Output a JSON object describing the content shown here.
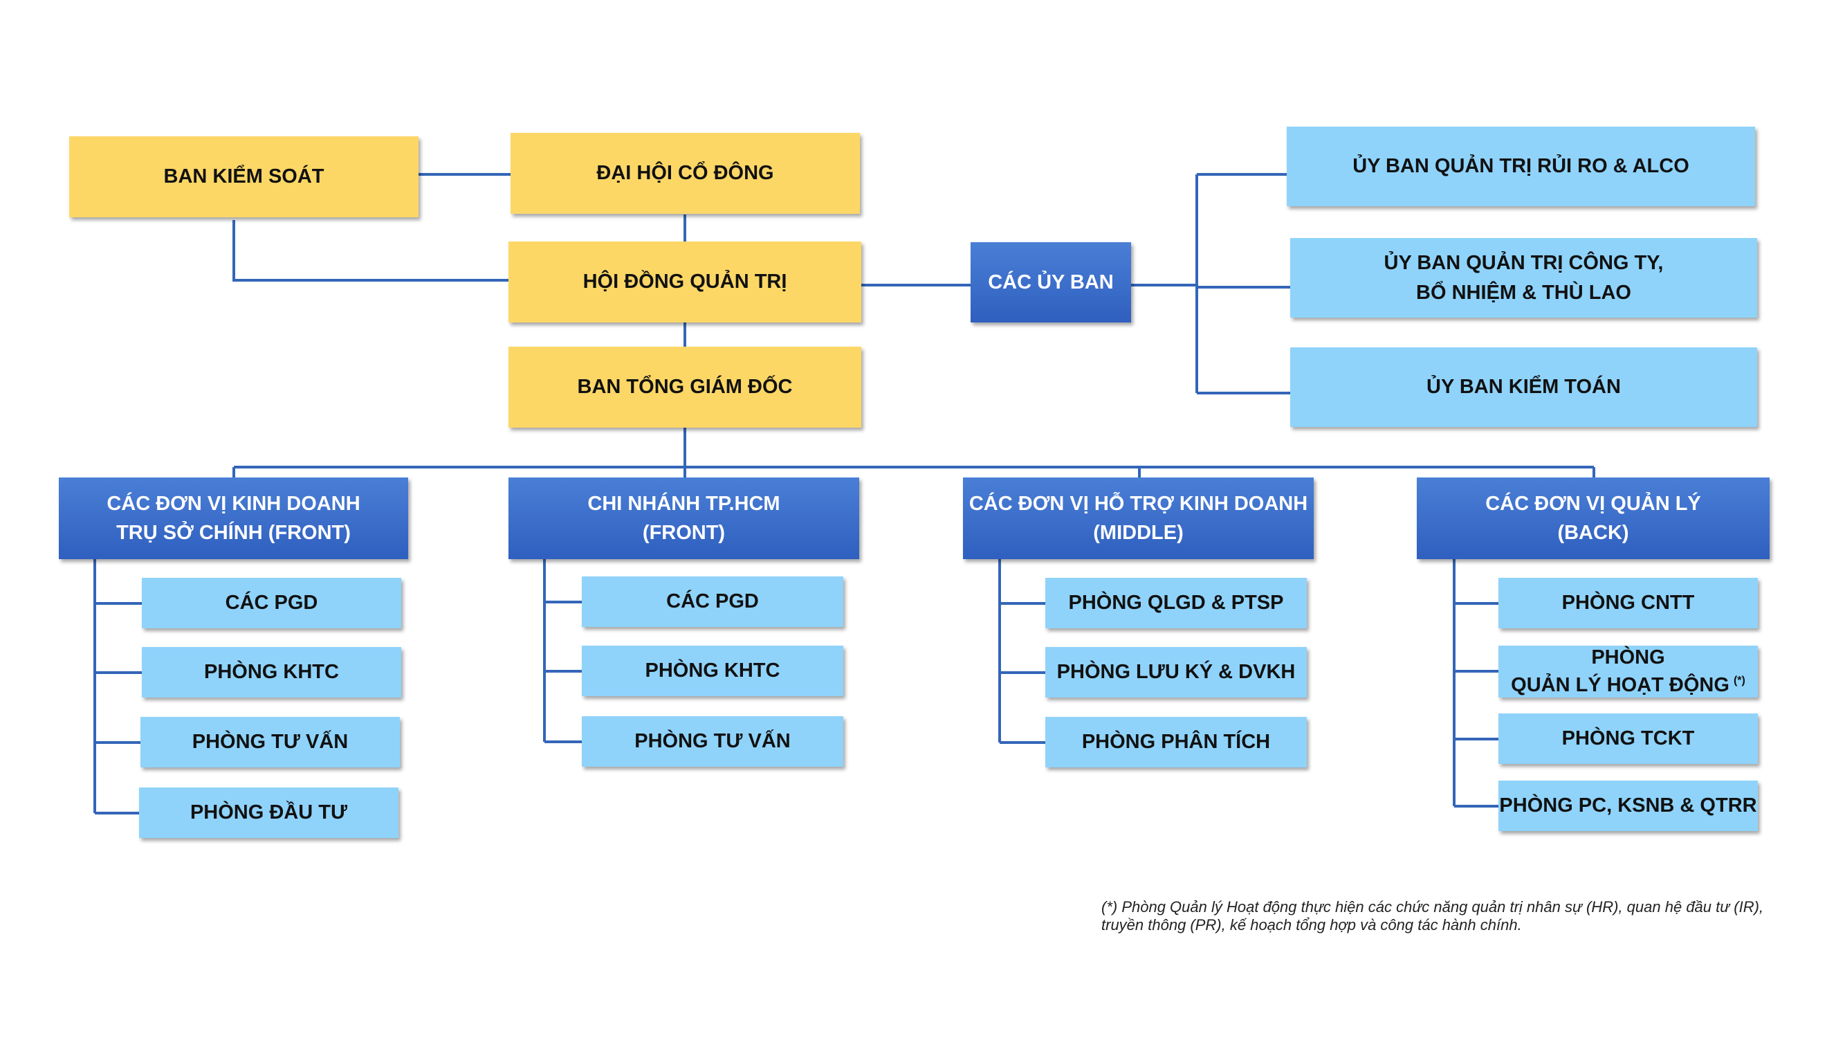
{
  "colors": {
    "line": "#3466b8",
    "yellow": "#fdd766",
    "dark_blue": "#2f5fbf",
    "light_blue": "#8fd3fb"
  },
  "top": {
    "ban_kiem_soat": "BAN KIỂM SOÁT",
    "dai_hoi_co_dong": "ĐẠI HỘI CỔ ĐÔNG",
    "hoi_dong_quan_tri": "HỘI ĐỒNG QUẢN TRỊ",
    "ban_tong_giam_doc": "BAN TỔNG GIÁM ĐỐC",
    "cac_uy_ban": "CÁC ỦY BAN"
  },
  "committees": [
    {
      "lines": [
        "ỦY BAN QUẢN TRỊ RỦI RO & ALCO"
      ]
    },
    {
      "lines": [
        "ỦY BAN QUẢN TRỊ CÔNG TY,",
        "BỔ NHIỆM & THÙ LAO"
      ]
    },
    {
      "lines": [
        "ỦY BAN KIỂM TOÁN"
      ]
    }
  ],
  "divisions": [
    {
      "title": [
        "CÁC ĐƠN VỊ KINH DOANH",
        "TRỤ SỞ CHÍNH (FRONT)"
      ],
      "units": [
        "CÁC PGD",
        "PHÒNG KHTC",
        "PHÒNG TƯ VẤN",
        "PHÒNG ĐẦU TƯ"
      ]
    },
    {
      "title": [
        "CHI NHÁNH TP.HCM",
        "(FRONT)"
      ],
      "units": [
        "CÁC PGD",
        "PHÒNG KHTC",
        "PHÒNG TƯ VẤN"
      ]
    },
    {
      "title": [
        "CÁC ĐƠN VỊ HỖ TRỢ KINH DOANH",
        "(MIDDLE)"
      ],
      "units": [
        "PHÒNG QLGD & PTSP",
        "PHÒNG LƯU KÝ & DVKH",
        "PHÒNG PHÂN TÍCH"
      ]
    },
    {
      "title": [
        "CÁC ĐƠN VỊ QUẢN LÝ",
        "(BACK)"
      ],
      "units": [
        "PHÒNG CNTT",
        "PHÒNG",
        "PHÒNG TCKT",
        "PHÒNG PC, KSNB & QTRR"
      ],
      "unit2_line2": "QUẢN LÝ HOẠT ĐỘNG",
      "unit2_mark": "(*)"
    }
  ],
  "footnote": {
    "line1": "(*) Phòng Quản lý Hoạt động thực hiện các chức năng quản trị nhân sự (HR), quan hệ đầu tư (IR),",
    "line2": "truyền thông (PR), kế hoạch tổng hợp và công tác hành chính."
  }
}
